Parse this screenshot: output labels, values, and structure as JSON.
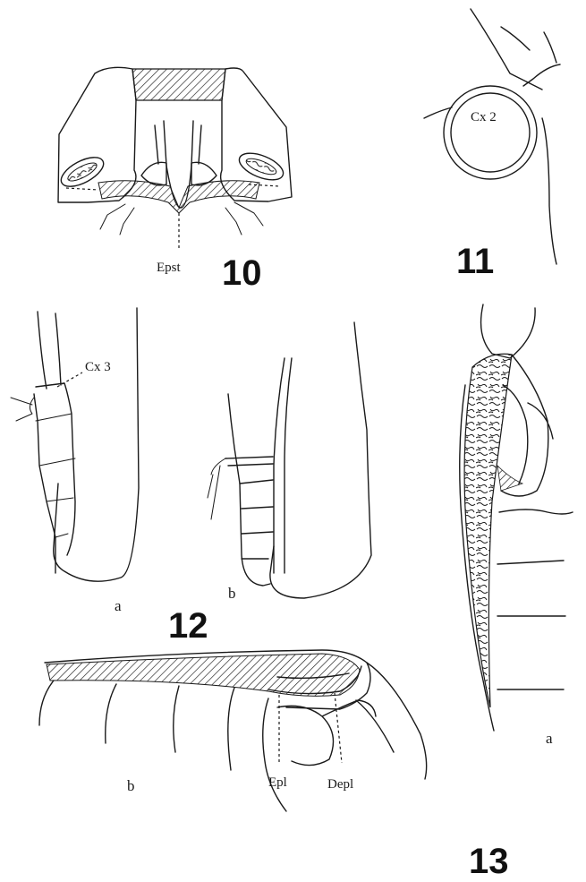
{
  "figures": {
    "fig10": {
      "number": "10",
      "label_epst": "Epst"
    },
    "fig11": {
      "number": "11",
      "label_cx2": "Cx 2"
    },
    "fig12": {
      "number": "12",
      "label_cx3": "Cx 3",
      "sub_a": "a",
      "sub_b": "b"
    },
    "fig13": {
      "number": "13",
      "sub_a": "a",
      "sub_b": "b",
      "label_epl": "Epl",
      "label_depl": "Depl"
    }
  },
  "colors": {
    "ink": "#1a1a1a",
    "paper": "#ffffff"
  }
}
